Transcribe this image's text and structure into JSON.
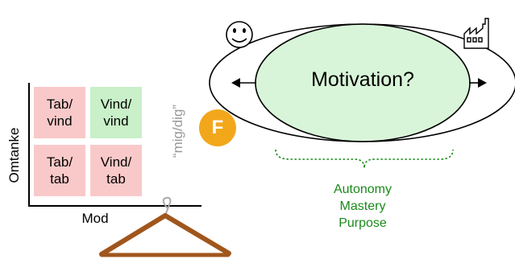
{
  "matrix": {
    "y_axis_label": "Omtanke",
    "x_axis_label": "Mod",
    "cells": [
      {
        "line1": "Tab/",
        "line2": "vind",
        "color": "#f9c9c9"
      },
      {
        "line1": "Vind/",
        "line2": "vind",
        "color": "#c9f0c9"
      },
      {
        "line1": "Tab/",
        "line2": "tab",
        "color": "#f9c9c9"
      },
      {
        "line1": "Vind/",
        "line2": "tab",
        "color": "#f9c9c9"
      }
    ],
    "side_note": "“mig/dig”"
  },
  "badge": {
    "letter": "F",
    "color": "#f2a71b"
  },
  "venn": {
    "center_label": "Motivation?",
    "inner_color": "#d9f5d9",
    "left_icon": "smiley-face-icon",
    "right_icon": "factory-icon"
  },
  "drivers": {
    "items": [
      "Autonomy",
      "Mastery",
      "Purpose"
    ],
    "color": "#1a8a1a"
  },
  "decoration": {
    "icon": "clothes-hanger-icon",
    "color": "#a0561c"
  }
}
